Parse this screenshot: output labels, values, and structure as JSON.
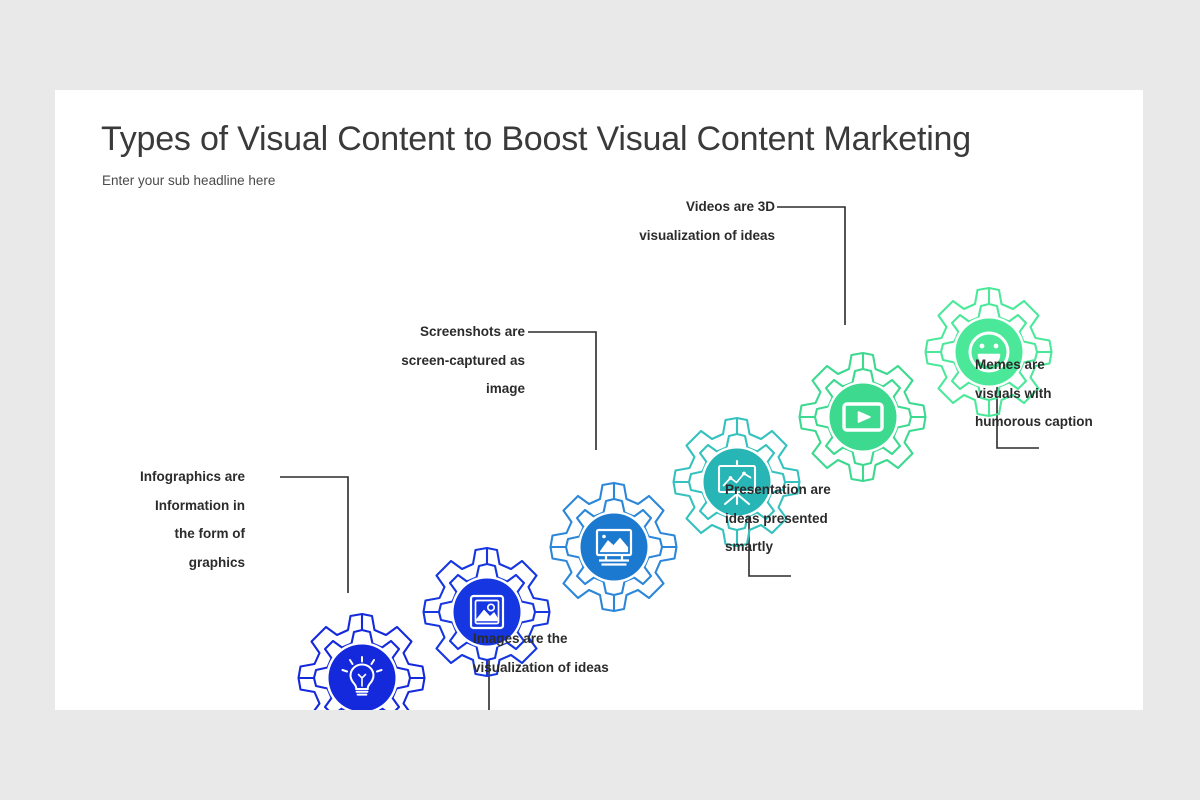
{
  "slide": {
    "title": "Types of Visual Content to Boost Visual Content Marketing",
    "subtitle": "Enter your sub headline here",
    "background_color": "#e9e9e9",
    "card_color": "#ffffff"
  },
  "nodes": [
    {
      "id": "infographics",
      "icon": "lightbulb-icon",
      "color": "#1428dc",
      "label_lines": [
        "Infographics are",
        "Information in",
        "the form of",
        "graphics"
      ],
      "label_align": "right"
    },
    {
      "id": "images",
      "icon": "picture-frame-icon",
      "color": "#1536e0",
      "label_lines": [
        "Images are the",
        "visualization of ideas"
      ],
      "label_align": "left"
    },
    {
      "id": "screenshots",
      "icon": "monitor-icon",
      "color": "#1b7ad0",
      "label_lines": [
        "Screenshots are",
        "screen-captured as",
        "image"
      ],
      "label_align": "right"
    },
    {
      "id": "presentation",
      "icon": "presentation-board-icon",
      "color": "#27b5b5",
      "label_lines": [
        "Presentation are",
        "ideas presented",
        "smartly"
      ],
      "label_align": "left"
    },
    {
      "id": "videos",
      "icon": "video-player-icon",
      "color": "#3cd98f",
      "label_lines": [
        "Videos are 3D",
        "visualization of ideas"
      ],
      "label_align": "right"
    },
    {
      "id": "memes",
      "icon": "smiley-face-icon",
      "color": "#4ce89a",
      "label_lines": [
        "Memes are",
        "visuals with",
        "humorous caption"
      ],
      "label_align": "left"
    }
  ]
}
